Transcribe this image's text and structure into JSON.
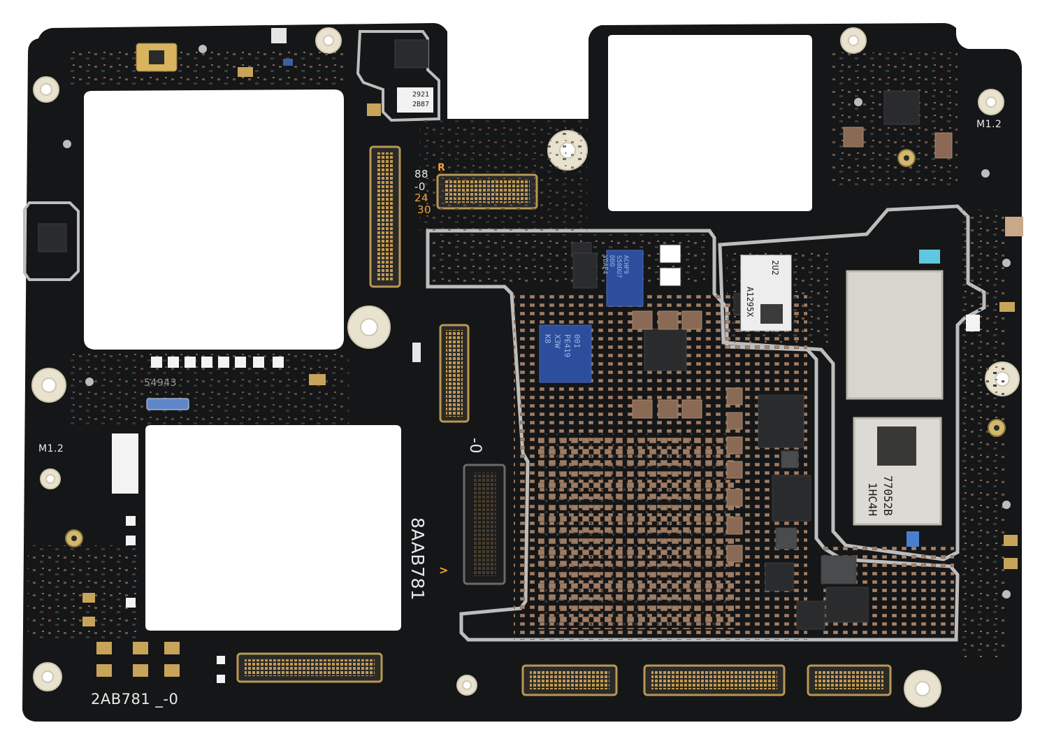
{
  "image": {
    "subject": "mobile phone main logic board (PCB), top view on white background",
    "colors": {
      "background": "#ffffff",
      "board": "#151617",
      "board_edge": "#202223",
      "silkscreen": "#e9e9e9",
      "shield": "#bdbdbd",
      "pad_gold": "#c8a45a",
      "component_brown": "#8a6a55",
      "component_black": "#2a2b2d",
      "ic_blue": "#2d4e9c",
      "accent_orange": "#f2a23a"
    }
  },
  "silkscreen": {
    "top_left_code": "54943",
    "left_mark": "M1.2",
    "right_mark": "M1.2",
    "bottom_left_code": "2AB781 _-0",
    "center_code": "8AAB781",
    "center_suffix": "-0",
    "center_arrow": ">",
    "rev_88": "88",
    "rev_r": "R",
    "rev_0": "-0",
    "rev_24": "24",
    "rev_30": "30"
  },
  "chip_labels": {
    "camera_ic": [
      "2921",
      "2B87"
    ],
    "blue_ic_top": [
      "ACHF9",
      "S50DU7",
      "DDO",
      "VDAF4"
    ],
    "blue_ic_mid": [
      "001",
      "PE419",
      "X3W",
      "K8"
    ],
    "rf_module": [
      "2U2",
      "A1295X"
    ],
    "memory_shield": [
      "77052B",
      "1HC4H"
    ]
  }
}
